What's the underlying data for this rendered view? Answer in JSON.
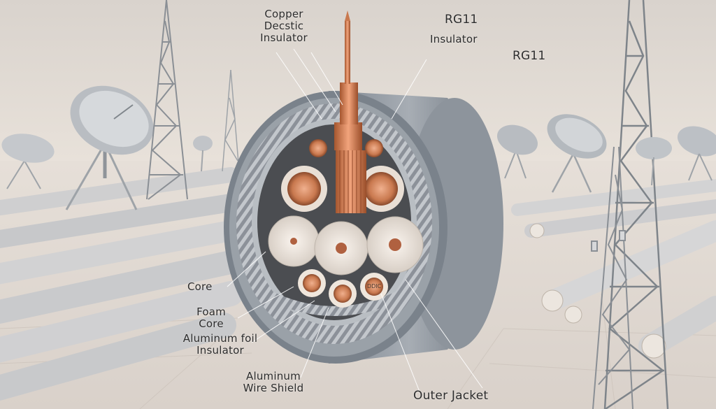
{
  "labels": {
    "top_left": {
      "line1": "Copper",
      "line2": "Decstic",
      "line3": "Insulator"
    },
    "rg11_top": "RG11",
    "insulator_top": "Insulator",
    "rg11_right": "RG11",
    "core": "Core",
    "foam_core": {
      "line1": "Foam",
      "line2": "Core"
    },
    "aluminum_foil": {
      "line1": "Aluminum foil",
      "line2": "Insulator"
    },
    "aluminum_wire": {
      "line1": "Aluminum",
      "line2": "Wire Shield"
    },
    "outer_jacket": "Outer Jacket",
    "conductor_mark": "DDIC"
  },
  "colors": {
    "sky": "#ece6df",
    "ground": "#e4ddd6",
    "copper": "#c9794f",
    "jacket": "#8e959e",
    "foam": "#efe7df"
  }
}
